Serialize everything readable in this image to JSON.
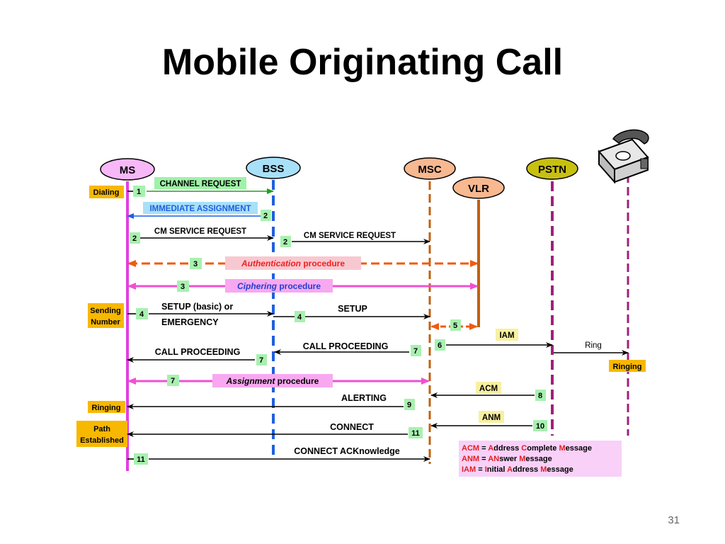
{
  "slide": {
    "title": "Mobile Originating Call",
    "page_number": "31"
  },
  "entities": {
    "ms": "MS",
    "bss": "BSS",
    "msc": "MSC",
    "vlr": "VLR",
    "pstn": "PSTN"
  },
  "annotations": {
    "dialing": "Dialing",
    "sending_1": "Sending",
    "sending_2": "Number",
    "ringing_ms": "Ringing",
    "path_1": "Path",
    "path_2": "Established",
    "ringing_phone": "Ringing"
  },
  "messages": {
    "channel_request": "CHANNEL REQUEST",
    "immediate_assignment": "IMMEDIATE ASSIGNMENT",
    "cm_service_request_1": "CM SERVICE REQUEST",
    "cm_service_request_2": "CM SERVICE REQUEST",
    "auth_italic": "Authentication",
    "auth_rest": " procedure",
    "ciph_italic": "Ciphering",
    "ciph_rest": " procedure",
    "setup_line1": "SETUP (basic) or",
    "setup_line2": "EMERGENCY",
    "setup": "SETUP",
    "iam": "IAM",
    "ring": "Ring",
    "call_proceeding_1": "CALL PROCEEDING",
    "call_proceeding_2": "CALL PROCEEDING",
    "assign_italic": "Assignment",
    "assign_rest": " procedure",
    "acm": "ACM",
    "alerting": "ALERTING",
    "anm": "ANM",
    "connect": "CONNECT",
    "connect_ack": "CONNECT ACKnowledge"
  },
  "steps": {
    "s1": "1",
    "s2a": "2",
    "s2b": "2",
    "s2c": "2",
    "s3a": "3",
    "s3b": "3",
    "s4a": "4",
    "s4b": "4",
    "s5": "5",
    "s6": "6",
    "s7a": "7",
    "s7b": "7",
    "s7c": "7",
    "s8": "8",
    "s9": "9",
    "s10": "10",
    "s11a": "11",
    "s11b": "11"
  },
  "legend": {
    "acm": [
      "ACM",
      " = ",
      "A",
      "ddress ",
      "C",
      "omplete ",
      "M",
      "essage"
    ],
    "anm": [
      "ANM",
      " = ",
      "AN",
      "swer ",
      "M",
      "essage"
    ],
    "iam": [
      "IAM",
      " = ",
      "I",
      "nitial ",
      "A",
      "ddress ",
      "M",
      "essage"
    ]
  },
  "colors": {
    "ms_line": "#e040e0",
    "bss_line": "#1f5fe0",
    "msc_line": "#c06010",
    "vlr_line": "#c06010",
    "pstn_line": "#a0207a",
    "phone_line": "#a0207a",
    "step_box": "#a8f0b0",
    "annotation_box": "#f8b800",
    "auth_arrow": "#f05a10",
    "ciph_arrow": "#f050d0",
    "legend_bg": "#f8d0f8"
  }
}
